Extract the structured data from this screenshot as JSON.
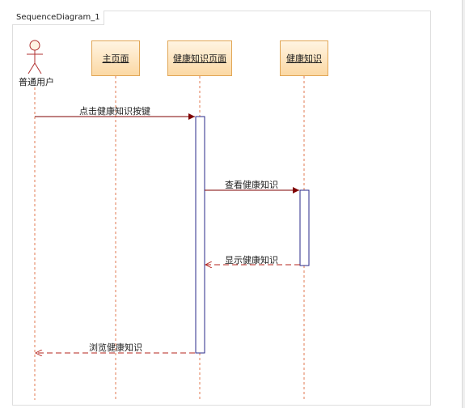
{
  "diagram": {
    "frame_title": "SequenceDiagram_1",
    "actor": {
      "name": "普通用户"
    },
    "lifelines": [
      {
        "id": "main",
        "name": "主页面"
      },
      {
        "id": "health_page",
        "name": "健康知识页面"
      },
      {
        "id": "health",
        "name": "健康知识"
      }
    ],
    "messages": [
      {
        "id": "m1",
        "label": "点击健康知识按键",
        "from": "actor",
        "to": "health_page",
        "type": "call"
      },
      {
        "id": "m2",
        "label": "查看健康知识",
        "from": "health_page",
        "to": "health",
        "type": "call"
      },
      {
        "id": "m3",
        "label": "显示健康知识",
        "from": "health",
        "to": "health_page",
        "type": "return"
      },
      {
        "id": "m4",
        "label": "浏览健康知识",
        "from": "health_page",
        "to": "actor",
        "type": "return"
      }
    ],
    "colors": {
      "call_line": "#7f0000",
      "return_line": "#b4241e",
      "lifeline_dash": "#e07a50",
      "activation_border": "#2a2a8a",
      "actor_stroke": "#b03030",
      "box_border": "#e1a655"
    }
  }
}
